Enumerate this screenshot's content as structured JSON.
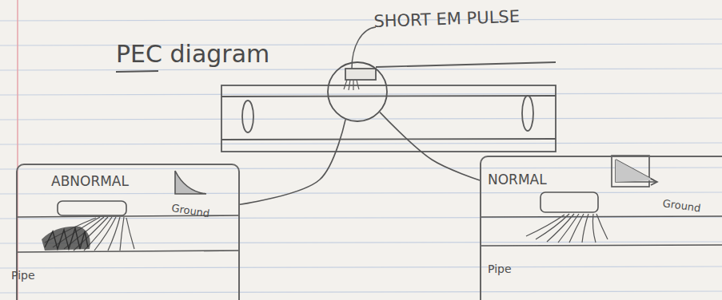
{
  "diagram": {
    "title": "PEC diagram",
    "nodes": [
      {
        "text": [
          "SHORT EM PULSE"
        ]
      },
      {
        "text": [
          "ABNORMAL",
          "Ground",
          "Pipe"
        ]
      },
      {
        "text": [
          "NORMAL",
          "Ground",
          "Pipe"
        ]
      }
    ],
    "edges": [
      {
        "from": 0,
        "to": 1,
        "arrow": "none"
      },
      {
        "from": 0,
        "to": 2,
        "arrow": "none"
      }
    ]
  }
}
